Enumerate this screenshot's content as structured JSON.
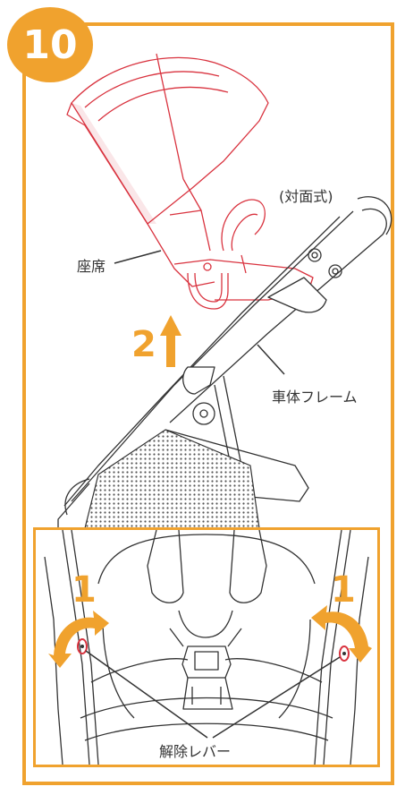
{
  "step": {
    "number": "10"
  },
  "colors": {
    "accent": "#f0a22e",
    "seat": "#d9333f",
    "frame": "#333333"
  },
  "labels": {
    "seat": "座席",
    "mode": "(対面式)",
    "frame": "車体フレーム",
    "release_lever": "解除レバー"
  },
  "steps": {
    "lift": "2",
    "release_left": "1",
    "release_right": "1"
  },
  "icons": [
    "up-arrow-icon",
    "curved-arrow-left-icon",
    "curved-arrow-right-icon"
  ]
}
